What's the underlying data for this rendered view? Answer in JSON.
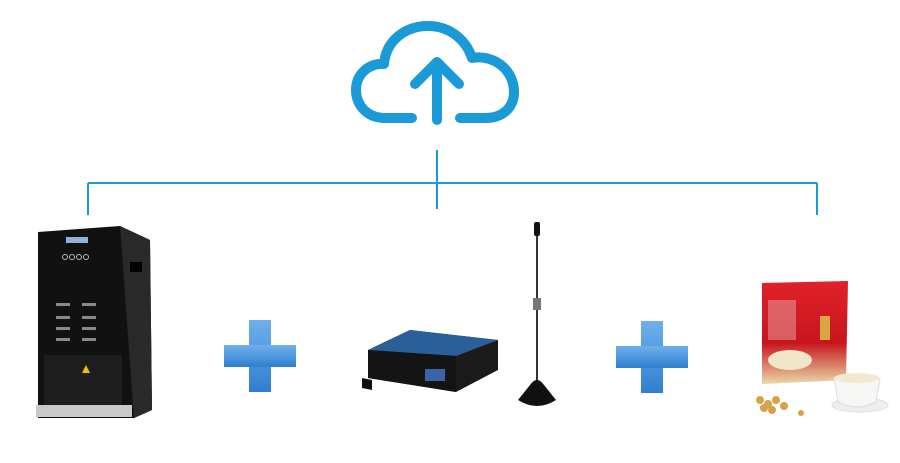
{
  "diagram": {
    "cloud": {
      "icon": "cloud-upload-icon",
      "color": "#1a9ad6"
    },
    "connector_color": "#1a9ad6",
    "plus_color": "#3d8fd6",
    "items": [
      {
        "icon": "coffee-vending-machine"
      },
      {
        "icon": "iot-gateway-with-antenna"
      },
      {
        "icon": "soy-milk-powder-package"
      }
    ]
  }
}
